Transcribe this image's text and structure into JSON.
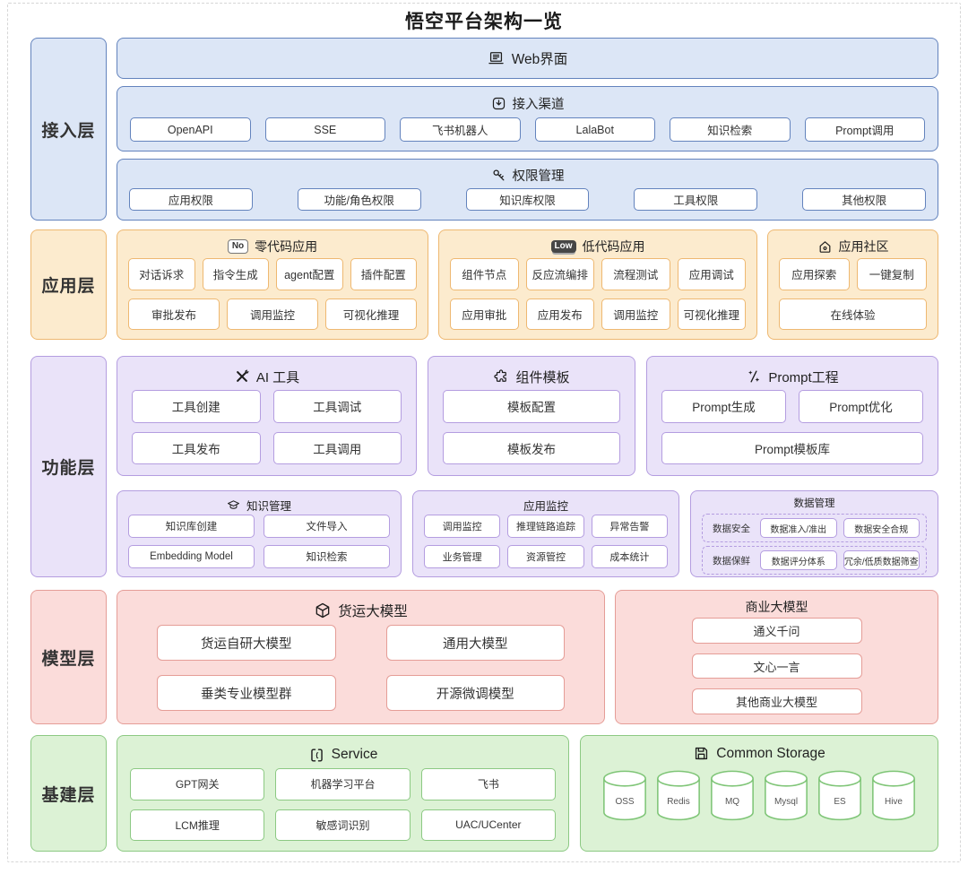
{
  "title": "悟空平台架构一览",
  "colors": {
    "access-bg": "#dce6f6",
    "access-bd": "#6383bd",
    "app-bg": "#fcebce",
    "app-bd": "#eeb871",
    "func-bg": "#eae3f9",
    "func-bd": "#b49de0",
    "model-bg": "#fbdcda",
    "model-bd": "#e59d97",
    "infra-bg": "#dcf2d5",
    "infra-bd": "#8cc983"
  },
  "layers": {
    "access": {
      "label": "接入层",
      "web": {
        "title": "Web界面"
      },
      "channels": {
        "title": "接入渠道",
        "items": [
          "OpenAPI",
          "SSE",
          "飞书机器人",
          "LalaBot",
          "知识检索",
          "Prompt调用"
        ]
      },
      "permissions": {
        "title": "权限管理",
        "items": [
          "应用权限",
          "功能/角色权限",
          "知识库权限",
          "工具权限",
          "其他权限"
        ]
      }
    },
    "application": {
      "label": "应用层",
      "nocode": {
        "title": "零代码应用",
        "badge": "No",
        "row1": [
          "对话诉求",
          "指令生成",
          "agent配置",
          "插件配置"
        ],
        "row2": [
          "审批发布",
          "调用监控",
          "可视化推理"
        ]
      },
      "lowcode": {
        "title": "低代码应用",
        "badge": "Low",
        "row1": [
          "组件节点",
          "反应流编排",
          "流程测试",
          "应用调试"
        ],
        "row2": [
          "应用审批",
          "应用发布",
          "调用监控",
          "可视化推理"
        ]
      },
      "community": {
        "title": "应用社区",
        "row1": [
          "应用探索",
          "一键复制"
        ],
        "row2": [
          "在线体验"
        ]
      }
    },
    "function": {
      "label": "功能层",
      "ai_tools": {
        "title": "AI 工具",
        "items": [
          "工具创建",
          "工具调试",
          "工具发布",
          "工具调用"
        ]
      },
      "templates": {
        "title": "组件模板",
        "items": [
          "模板配置",
          "模板发布"
        ]
      },
      "prompt": {
        "title": "Prompt工程",
        "row1": [
          "Prompt生成",
          "Prompt优化"
        ],
        "row2": [
          "Prompt模板库"
        ]
      },
      "knowledge": {
        "title": "知识管理",
        "items": [
          "知识库创建",
          "文件导入",
          "Embedding Model",
          "知识检索"
        ]
      },
      "monitoring": {
        "title": "应用监控",
        "items": [
          "调用监控",
          "推理链路追踪",
          "异常告警",
          "业务管理",
          "资源管控",
          "成本统计"
        ]
      },
      "data_mgmt": {
        "title": "数据管理",
        "rows": [
          {
            "label": "数据安全",
            "items": [
              "数据准入/准出",
              "数据安全合规"
            ]
          },
          {
            "label": "数据保鲜",
            "items": [
              "数据评分体系",
              "冗余/低质数据筛查"
            ]
          }
        ]
      }
    },
    "model": {
      "label": "模型层",
      "freight": {
        "title": "货运大模型",
        "items": [
          "货运自研大模型",
          "通用大模型",
          "垂类专业模型群",
          "开源微调模型"
        ]
      },
      "commercial": {
        "title": "商业大模型",
        "items": [
          "通义千问",
          "文心一言",
          "其他商业大模型"
        ]
      }
    },
    "infra": {
      "label": "基建层",
      "service": {
        "title": "Service",
        "items": [
          "GPT网关",
          "机器学习平台",
          "飞书",
          "LCM推理",
          "敏感词识别",
          "UAC/UCenter"
        ]
      },
      "storage": {
        "title": "Common Storage",
        "items": [
          "OSS",
          "Redis",
          "MQ",
          "Mysql",
          "ES",
          "Hive"
        ]
      }
    }
  }
}
